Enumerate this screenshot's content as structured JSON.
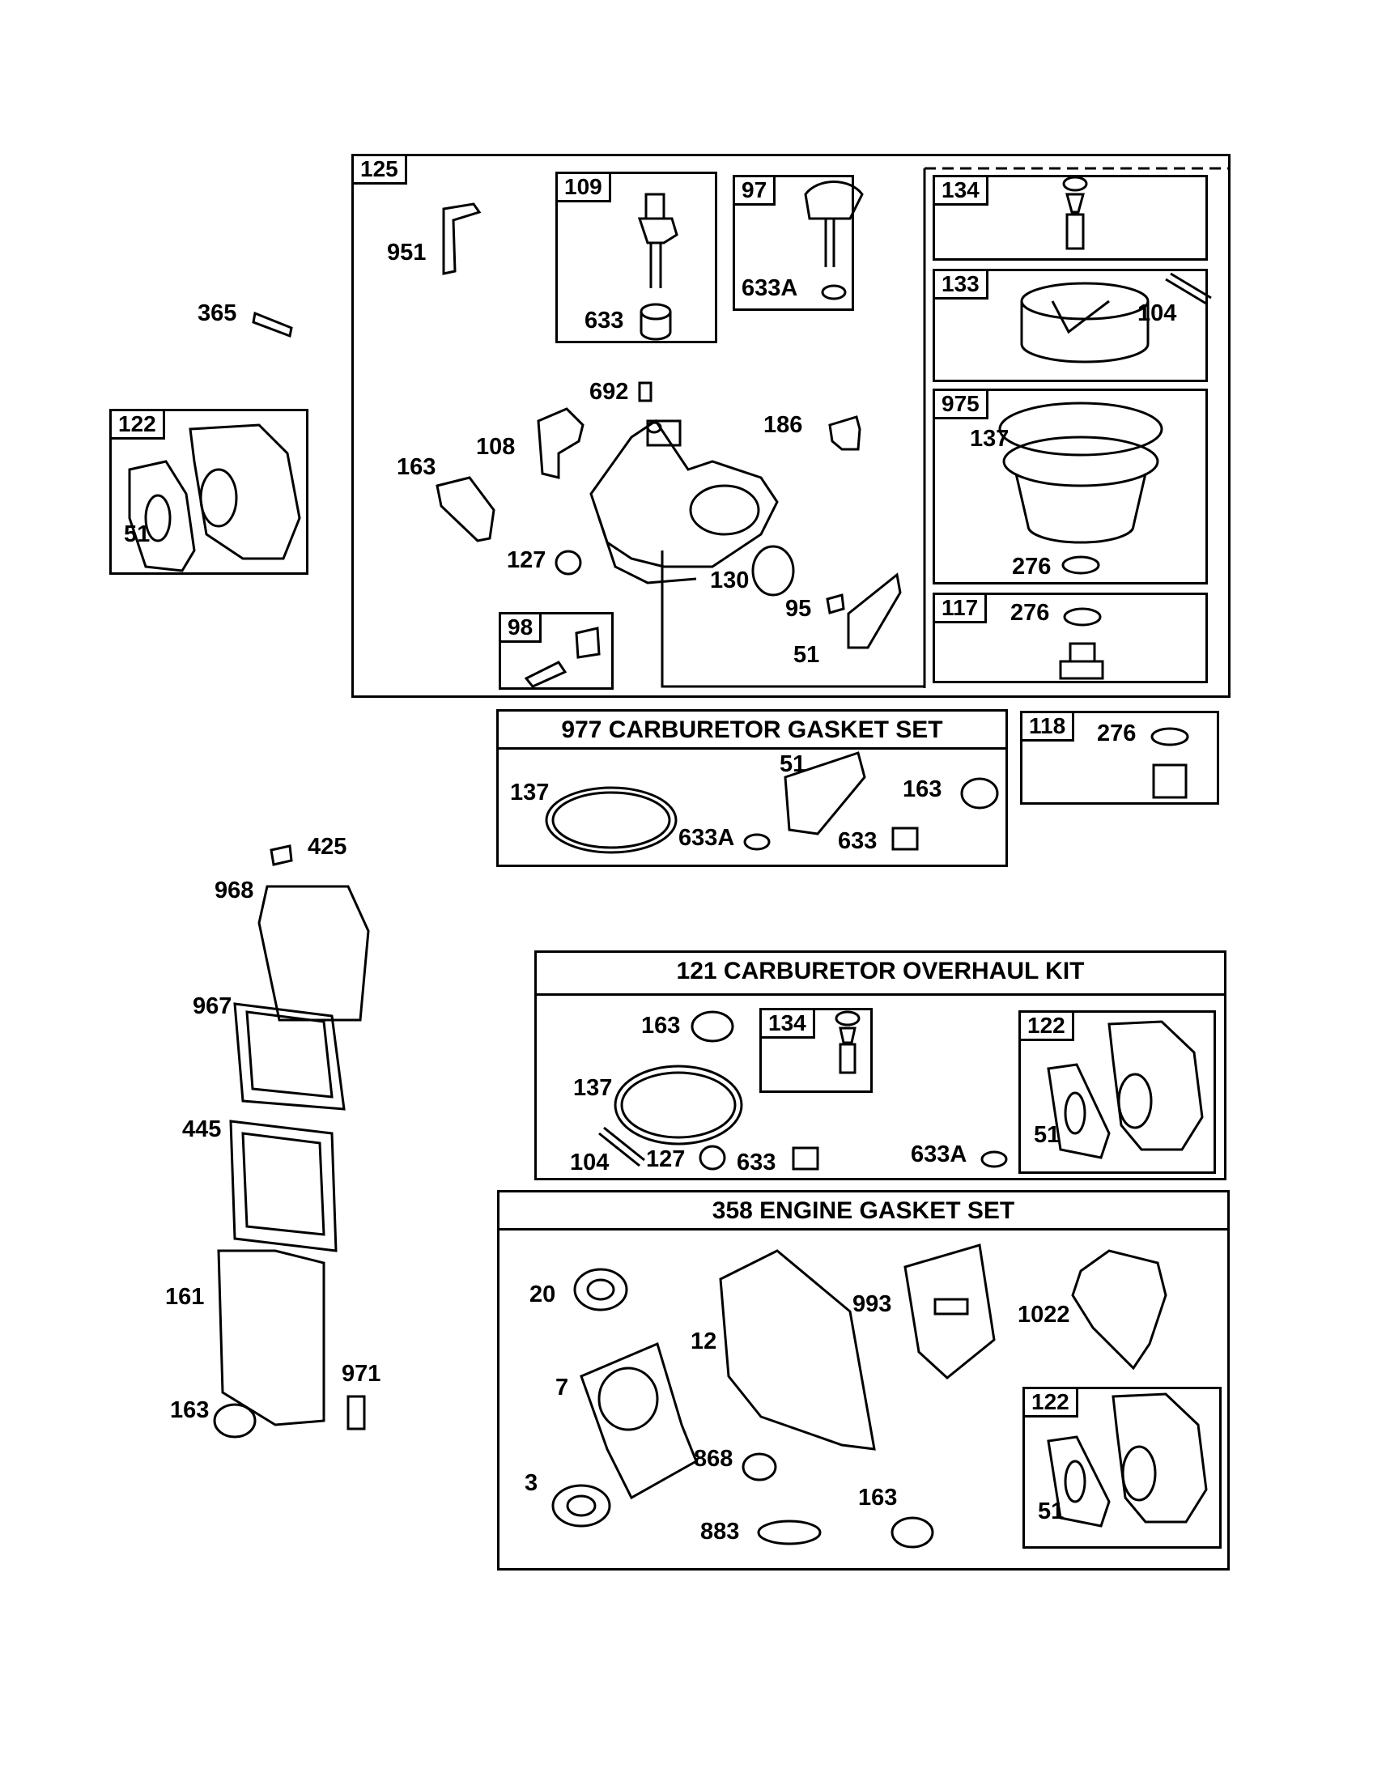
{
  "boxes": {
    "b125": "125",
    "b109": "109",
    "b97": "97",
    "b134": "134",
    "b133": "133",
    "b975": "975",
    "b117": "117",
    "b98": "98",
    "b122": "122",
    "b118": "118",
    "b134k": "134",
    "b122k": "122",
    "b122g": "122"
  },
  "titles": {
    "gasket_set": "977 CARBURETOR  GASKET SET",
    "overhaul_kit": "121 CARBURETOR OVERHAUL KIT",
    "engine_gasket": "358 ENGINE GASKET SET"
  },
  "labels": {
    "p951": "951",
    "p633a": "633",
    "p633A1": "633A",
    "p692": "692",
    "p186": "186",
    "p108": "108",
    "p163a": "163",
    "p127a": "127",
    "p130": "130",
    "p95": "95",
    "p51a": "51",
    "p365": "365",
    "p51b": "51",
    "p104a": "104",
    "p137a": "137",
    "p276a": "276",
    "p276b": "276",
    "p137b": "137",
    "p51c": "51",
    "p163b": "163",
    "p633A2": "633A",
    "p633b": "633",
    "p276c": "276",
    "p425": "425",
    "p968": "968",
    "p967": "967",
    "p445": "445",
    "p161": "161",
    "p971": "971",
    "p163c": "163",
    "p163d": "163",
    "p137c": "137",
    "p104b": "104",
    "p127b": "127",
    "p633c": "633",
    "p633A3": "633A",
    "p51d": "51",
    "p20": "20",
    "p12": "12",
    "p993": "993",
    "p1022": "1022",
    "p7": "7",
    "p868": "868",
    "p3": "3",
    "p883": "883",
    "p163e": "163",
    "p51e": "51"
  }
}
